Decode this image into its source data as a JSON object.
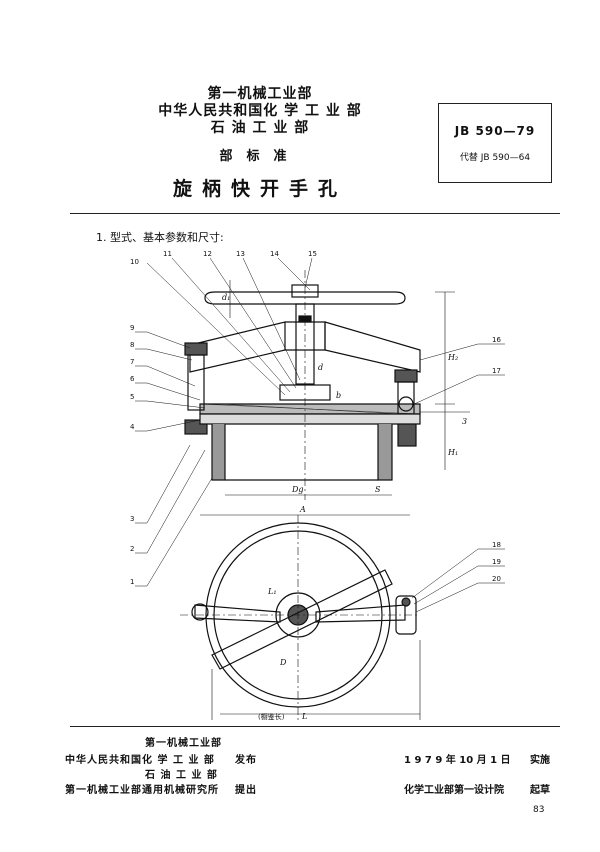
{
  "header": {
    "ministries": [
      "第一机械工业部",
      "中华人民共和国化 学 工 业 部",
      "石 油 工 业 部"
    ],
    "standard_type": "部标准",
    "title": "旋柄快开手孔",
    "standard_box": {
      "code": "JB 590—79",
      "replaces": "代替 JB 590—64"
    }
  },
  "section": {
    "heading": "1. 型式、基本参数和尺寸:"
  },
  "drawing": {
    "callouts_top": [
      "10",
      "11",
      "12",
      "13",
      "14",
      "15"
    ],
    "callouts_left": [
      "9",
      "8",
      "7",
      "6",
      "5",
      "4",
      "3",
      "2",
      "1"
    ],
    "callouts_right": [
      "16",
      "17",
      "18",
      "19",
      "20"
    ],
    "dim_labels": {
      "d1": "d₁",
      "d": "d",
      "H2": "H₂",
      "H1": "H₁",
      "b": "b",
      "three": "3",
      "Dg": "Dg",
      "S": "S",
      "A": "A",
      "L1": "L₁",
      "D": "D",
      "L": "L",
      "L_note": "(橱鉴长)"
    }
  },
  "footer": {
    "issued_by": [
      "第一机械工业部",
      "中华人民共和国化 学 工 业 部",
      "石 油 工 业 部"
    ],
    "issued_label": "发布",
    "proposed_by": "第一机械工业部通用机械研究所",
    "proposed_label": "提出",
    "effective_date": "1 9 7 9 年 10 月 1 日",
    "effective_label": "实施",
    "drafted_by": "化学工业部第一设计院",
    "drafted_label": "起草",
    "page_number": "83"
  }
}
